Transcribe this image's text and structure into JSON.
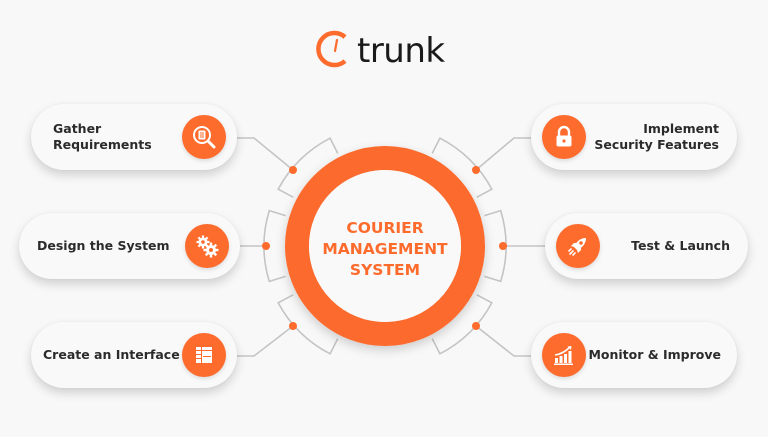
{
  "logo": {
    "text": "trunk",
    "icon": "gauge-ring-icon",
    "brand_color": "#fd6b2d"
  },
  "center": {
    "lines": [
      "COURIER",
      "MANAGEMENT",
      "SYSTEM"
    ],
    "ring_color": "#fd6b2d"
  },
  "steps": {
    "left": [
      {
        "label_lines": [
          "Gather",
          "Requirements"
        ],
        "icon": "document-search-icon"
      },
      {
        "label_lines": [
          "Design the System"
        ],
        "icon": "gears-icon"
      },
      {
        "label_lines": [
          "Create an Interface"
        ],
        "icon": "layout-icon"
      }
    ],
    "right": [
      {
        "label_lines": [
          "Implement",
          "Security Features"
        ],
        "icon": "lock-icon"
      },
      {
        "label_lines": [
          "Test & Launch"
        ],
        "icon": "rocket-icon"
      },
      {
        "label_lines": [
          "Monitor & Improve"
        ],
        "icon": "growth-chart-icon"
      }
    ]
  },
  "colors": {
    "accent": "#fd6b2d",
    "background": "#f8f8f8",
    "text": "#2b2b2b",
    "connector": "#c4c4c4"
  }
}
